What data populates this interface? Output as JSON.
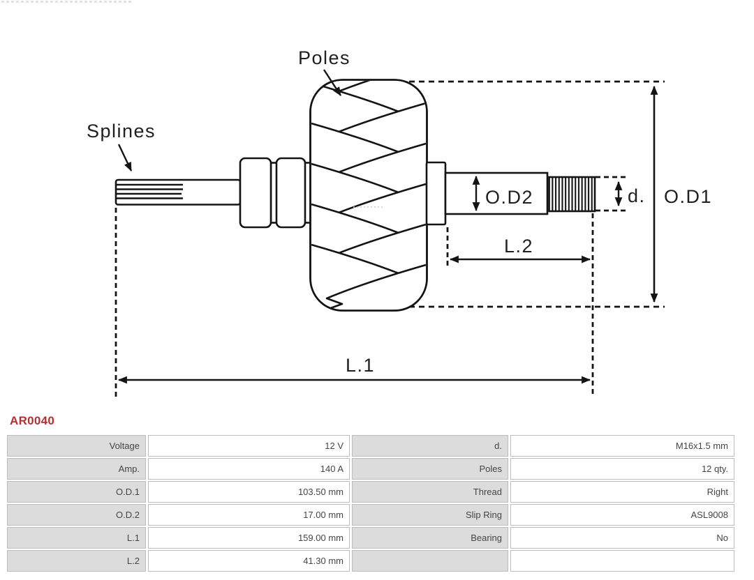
{
  "part_number": "AR0040",
  "diagram": {
    "callouts": {
      "poles": "Poles",
      "splines": "Splines"
    },
    "dimensions": {
      "od1": "O.D1",
      "od2": "O.D2",
      "d": "d.",
      "l1": "L.1",
      "l2": "L.2"
    }
  },
  "colors": {
    "part_number_red": "#b62e30",
    "line_color": "#141414",
    "table_label_bg": "#dcdcdc",
    "table_border": "#bdbdbd",
    "table_text": "#454545"
  },
  "spec_table": {
    "rows": [
      [
        "Voltage",
        "12 V",
        "d.",
        "M16x1.5 mm"
      ],
      [
        "Amp.",
        "140 A",
        "Poles",
        "12 qty."
      ],
      [
        "O.D.1",
        "103.50 mm",
        "Thread",
        "Right"
      ],
      [
        "O.D.2",
        "17.00 mm",
        "Slip Ring",
        "ASL9008"
      ],
      [
        "L.1",
        "159.00 mm",
        "Bearing",
        "No"
      ],
      [
        "L.2",
        "41.30 mm",
        "",
        ""
      ]
    ]
  }
}
